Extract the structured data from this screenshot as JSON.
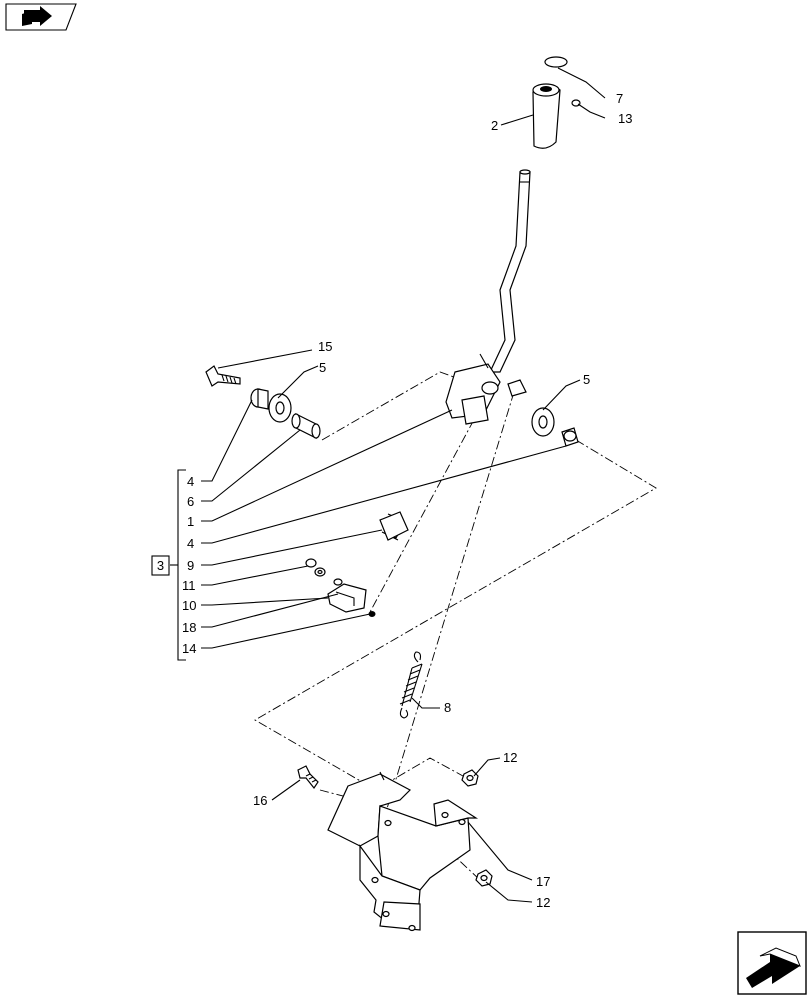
{
  "callouts": {
    "c2": "2",
    "c7": "7",
    "c13": "13",
    "c15": "15",
    "c5_left": "5",
    "c5_right": "5",
    "c4_a": "4",
    "c6": "6",
    "c1": "1",
    "c4_b": "4",
    "c9": "9",
    "c11": "11",
    "c10": "10",
    "c18": "18",
    "c14": "14",
    "c8": "8",
    "c12_top": "12",
    "c12_bottom": "12",
    "c16": "16",
    "c17": "17"
  },
  "group_box": "3",
  "icons": {
    "top_left": "book-arrow-icon",
    "bottom_right": "next-page-arrow-icon"
  }
}
